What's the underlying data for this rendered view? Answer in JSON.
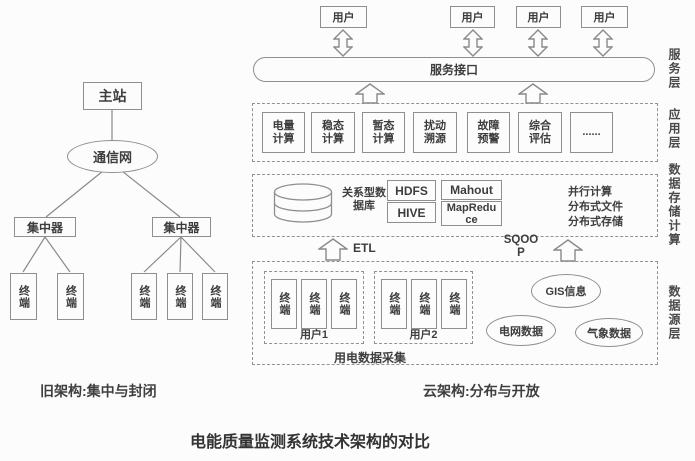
{
  "page": {
    "title": "电能质量监测系统技术架构的对比"
  },
  "old_arch": {
    "caption": "旧架构:集中与封闭",
    "main_station": "主站",
    "comm_network": "通信网",
    "concentrator1": "集中器",
    "concentrator2": "集中器",
    "terminals": [
      "终端",
      "终端",
      "终端",
      "终端",
      "终端"
    ]
  },
  "cloud_arch": {
    "caption": "云架构:分布与开放",
    "users": [
      "用户",
      "用户",
      "用户",
      "用户"
    ],
    "service_interface": "服务接口",
    "layer_labels": {
      "service": "服务层",
      "application": "应用层",
      "storage": "数据存储计算",
      "source": "数据源层"
    },
    "app_modules": [
      "电量计算",
      "稳态计算",
      "暂态计算",
      "扰动溯源",
      "故障预警",
      "综合评估",
      "......"
    ],
    "storage": {
      "relational_db": "关系型数据库",
      "hdfs": "HDFS",
      "hive": "HIVE",
      "mahout": "Mahout",
      "mapreduce": "MapReduce",
      "features": [
        "并行计算",
        "分布式文件",
        "分布式存储"
      ]
    },
    "etl_label": "ETL",
    "sqoop_label": "SQOOP",
    "source_layer": {
      "collection_caption": "用电数据采集",
      "group1_label": "用户1",
      "group2_label": "用户2",
      "group1_terminals": [
        "终端",
        "终端",
        "终端"
      ],
      "group2_terminals": [
        "终端",
        "终端",
        "终端"
      ],
      "gis": "GIS信息",
      "grid_data": "电网数据",
      "weather_data": "气象数据"
    }
  },
  "colors": {
    "line": "#8a8a8a",
    "text": "#3d3d3d",
    "background": "#fcfcfc"
  }
}
